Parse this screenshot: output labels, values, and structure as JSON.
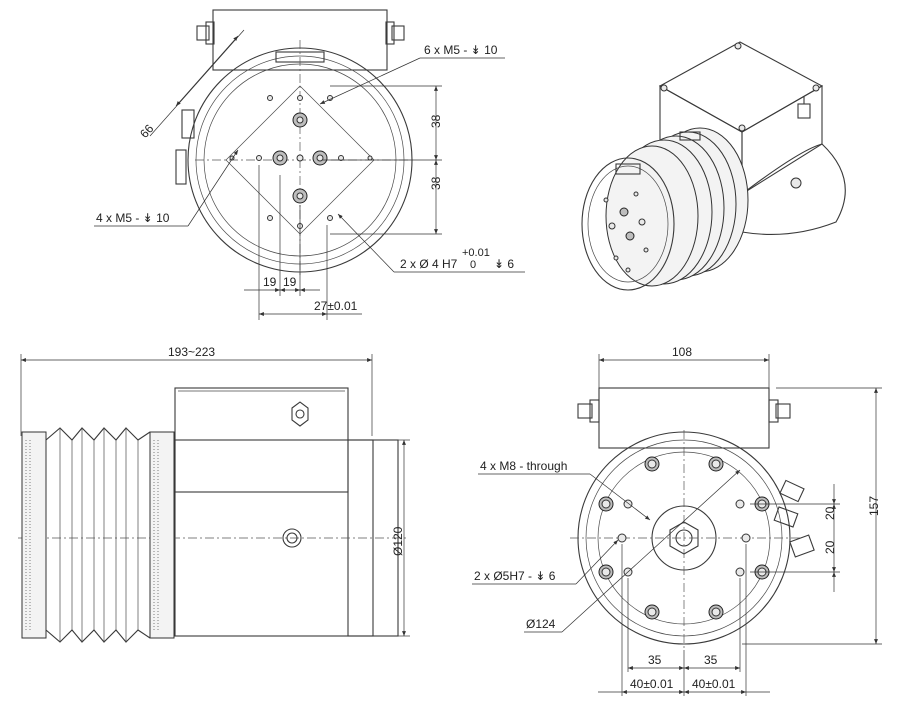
{
  "top_view": {
    "note_holes_top": "6 x M5 - ↡ 10",
    "note_holes_left": "4 x M5 - ↡ 10",
    "note_pins": "2 x Ø 4 H7",
    "note_pins_tol": "+0.01",
    "note_pins_tol_lower": "0",
    "note_pins_depth": "↡ 6",
    "dim_diag": "66",
    "dim_v1": "38",
    "dim_v2": "38",
    "dim_h1": "19",
    "dim_h2": "19",
    "dim_h3": "27±0.01"
  },
  "side_view": {
    "dim_length": "193~223",
    "dim_diameter": "Ø120"
  },
  "front_view": {
    "dim_width": "108",
    "dim_height": "157",
    "note_through": "4 x M8 - through",
    "note_pins": "2 x Ø5H7 - ↡ 6",
    "dim_diameter": "Ø124",
    "dim_v1": "20",
    "dim_v2": "20",
    "dim_h1": "35",
    "dim_h2": "35",
    "dim_h3": "40±0.01",
    "dim_h4": "40±0.01"
  },
  "iso_view": {
    "shading": "#f0f0f0"
  }
}
